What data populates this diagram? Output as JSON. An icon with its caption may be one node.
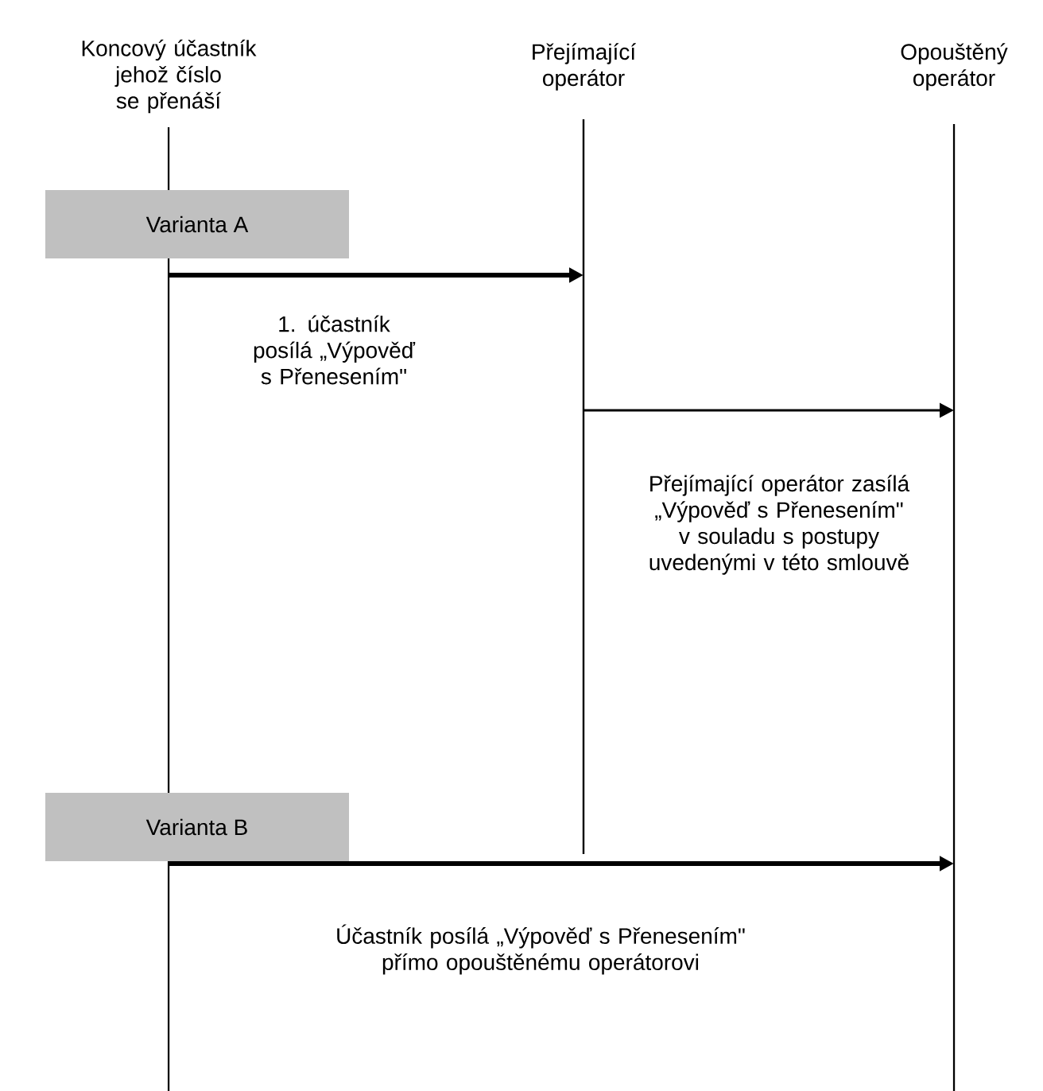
{
  "diagram": {
    "nodes": [
      {
        "text": [
          "Koncový účastník jehož číslo se přenáší"
        ]
      },
      {
        "text": [
          "Přejímající operátor"
        ]
      },
      {
        "text": [
          "Opouštěný operátor"
        ]
      },
      {
        "text": [
          "Varianta A"
        ]
      },
      {
        "text": [
          "Varianta B"
        ]
      }
    ],
    "edges": [
      {
        "from": 0,
        "to": 1,
        "arrow": "to",
        "label": "1. účastník posílá „Výpověď s Přenesením\""
      },
      {
        "from": 1,
        "to": 2,
        "arrow": "to",
        "label": "Přejímající operátor zasílá „Výpověď s Přenesením\" v souladu s postupy uvedenými v této smlouvě"
      },
      {
        "from": 0,
        "to": 2,
        "arrow": "to",
        "label": "Účastník posílá „Výpověď s Přenesením\" přímo opouštěnému operátorovi"
      }
    ]
  }
}
